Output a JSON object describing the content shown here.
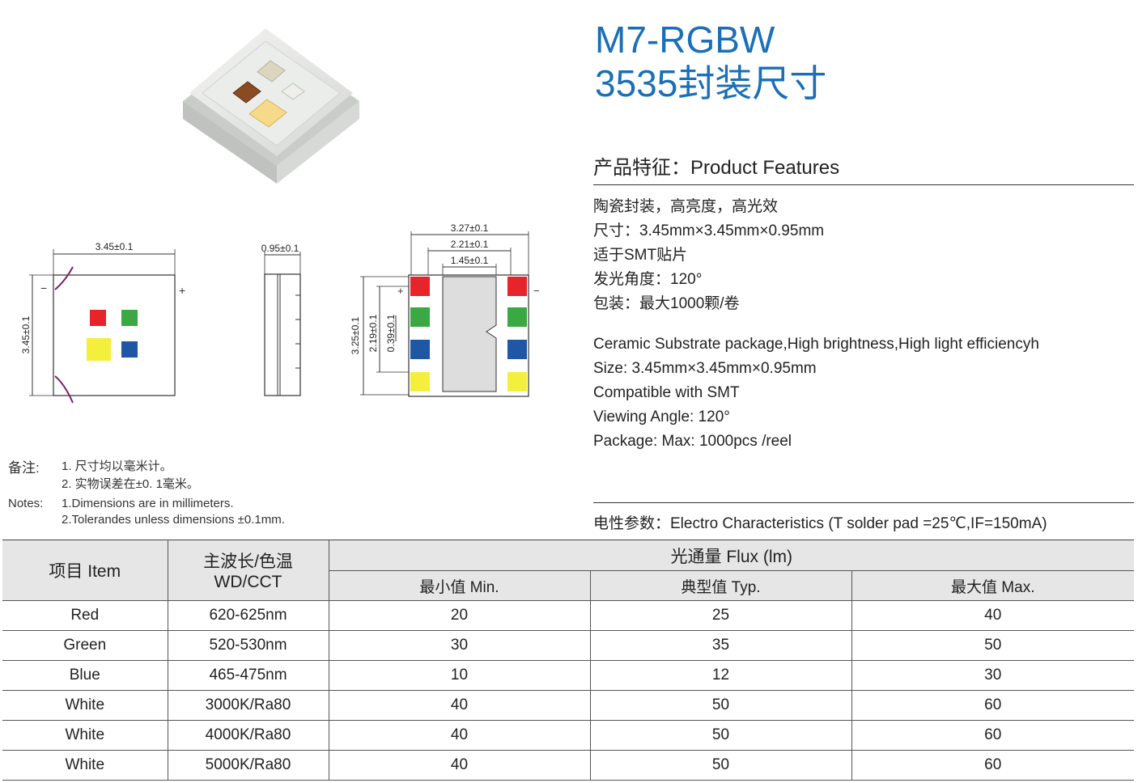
{
  "title": {
    "line1": "M7-RGBW",
    "line2": "3535封装尺寸"
  },
  "features": {
    "heading": "产品特征：Product Features",
    "cn": [
      "陶瓷封装，高亮度，高光效",
      "尺寸：3.45mm×3.45mm×0.95mm",
      "适于SMT贴片",
      "发光角度：120°",
      "包装：最大1000颗/卷"
    ],
    "en": [
      "Ceramic Substrate package,High brightness,High light efficiencyh",
      "Size: 3.45mm×3.45mm×0.95mm",
      "Compatible with SMT",
      "Viewing Angle: 120°",
      "Package: Max: 1000pcs /reel"
    ]
  },
  "electro_heading": "电性参数：Electro Characteristics (T solder pad =25℃,IF=150mA)",
  "remarks": {
    "cn_label": "备注:",
    "cn": [
      "1. 尺寸均以毫米计。",
      "2. 实物误差在±0. 1毫米。"
    ],
    "en_label": "Notes:",
    "en": [
      "1.Dimensions are in millimeters.",
      "2.Tolerandes unless dimensions ±0.1mm."
    ]
  },
  "drawing": {
    "top_width": "3.45±0.1",
    "top_height": "3.45±0.1",
    "side_thickness": "0.95±0.1",
    "bottom_w1": "3.27±0.1",
    "bottom_w2": "2.21±0.1",
    "bottom_w3": "1.45±0.1",
    "bottom_h1": "3.25±0.1",
    "bottom_h2": "2.19±0.1",
    "bottom_h3": "0.39±0.1",
    "minus": "−",
    "plus": "+",
    "colors": {
      "red": "#e8242b",
      "green": "#3aa843",
      "blue": "#1f57a4",
      "yellow": "#f4ef3c",
      "white": "#f5f3a8"
    }
  },
  "table": {
    "col_item": "项目  Item",
    "col_wd_1": "主波长/色温",
    "col_wd_2": "WD/CCT",
    "col_flux": "光通量  Flux (lm)",
    "col_min": "最小值 Min.",
    "col_typ": "典型值 Typ.",
    "col_max": "最大值 Max.",
    "rows": [
      {
        "item": "Red",
        "wd": "620-625nm",
        "min": "20",
        "typ": "25",
        "max": "40"
      },
      {
        "item": "Green",
        "wd": "520-530nm",
        "min": "30",
        "typ": "35",
        "max": "50"
      },
      {
        "item": "Blue",
        "wd": "465-475nm",
        "min": "10",
        "typ": "12",
        "max": "30"
      },
      {
        "item": "White",
        "wd": "3000K/Ra80",
        "min": "40",
        "typ": "50",
        "max": "60"
      },
      {
        "item": "White",
        "wd": "4000K/Ra80",
        "min": "40",
        "typ": "50",
        "max": "60"
      },
      {
        "item": "White",
        "wd": "5000K/Ra80",
        "min": "40",
        "typ": "50",
        "max": "60"
      }
    ]
  }
}
